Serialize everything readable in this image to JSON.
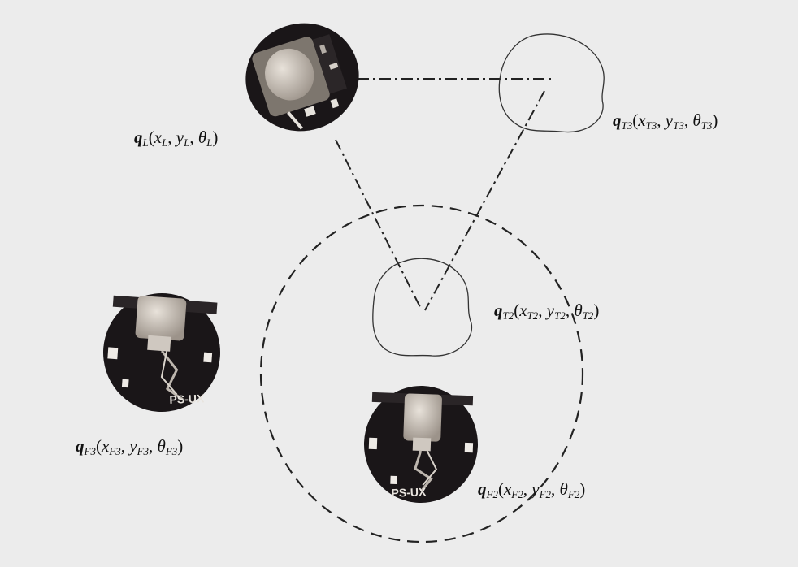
{
  "labels": {
    "leader": {
      "q": "q",
      "q_sub": "L",
      "args": [
        {
          "sym": "x",
          "sub": "L"
        },
        {
          "sym": "y",
          "sub": "L"
        },
        {
          "sym": "θ",
          "sub": "L"
        }
      ]
    },
    "target3": {
      "q": "q",
      "q_sub": "T3",
      "args": [
        {
          "sym": "x",
          "sub": "T3"
        },
        {
          "sym": "y",
          "sub": "T3"
        },
        {
          "sym": "θ",
          "sub": "T3"
        }
      ]
    },
    "target2": {
      "q": "q",
      "q_sub": "T2",
      "args": [
        {
          "sym": "x",
          "sub": "T2"
        },
        {
          "sym": "y",
          "sub": "T2"
        },
        {
          "sym": "θ",
          "sub": "T2"
        }
      ]
    },
    "follower3": {
      "q": "q",
      "q_sub": "F3",
      "args": [
        {
          "sym": "x",
          "sub": "F3"
        },
        {
          "sym": "y",
          "sub": "F3"
        },
        {
          "sym": "θ",
          "sub": "F3"
        }
      ]
    },
    "follower2": {
      "q": "q",
      "q_sub": "F2",
      "args": [
        {
          "sym": "x",
          "sub": "F2"
        },
        {
          "sym": "y",
          "sub": "F2"
        },
        {
          "sym": "θ",
          "sub": "F2"
        }
      ]
    }
  },
  "robot_marking": "PS-UX",
  "colors": {
    "background": "#ececec",
    "robot_body": "#1a1618",
    "robot_cap": "#c9c0b6",
    "line": "#222222"
  }
}
